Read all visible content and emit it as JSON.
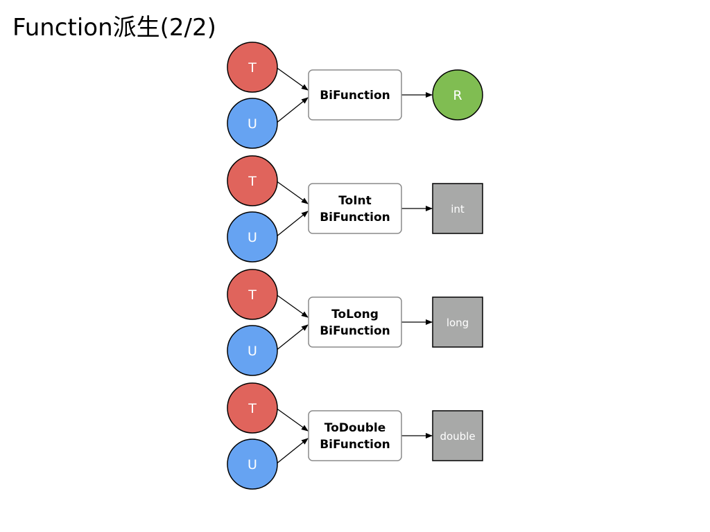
{
  "title": "Function派生(2/2)",
  "colors": {
    "t_node": "#E0645C",
    "u_node": "#66A3F2",
    "r_node": "#80BD52",
    "primitive": "#A8A9A8",
    "box_border": "#8A8A8A",
    "stroke": "#000000"
  },
  "rows": [
    {
      "input_t": "T",
      "input_u": "U",
      "function_lines": [
        "BiFunction"
      ],
      "output": "R",
      "output_kind": "circle"
    },
    {
      "input_t": "T",
      "input_u": "U",
      "function_lines": [
        "ToInt",
        "BiFunction"
      ],
      "output": "int",
      "output_kind": "square"
    },
    {
      "input_t": "T",
      "input_u": "U",
      "function_lines": [
        "ToLong",
        "BiFunction"
      ],
      "output": "long",
      "output_kind": "square"
    },
    {
      "input_t": "T",
      "input_u": "U",
      "function_lines": [
        "ToDouble",
        "BiFunction"
      ],
      "output": "double",
      "output_kind": "square"
    }
  ]
}
